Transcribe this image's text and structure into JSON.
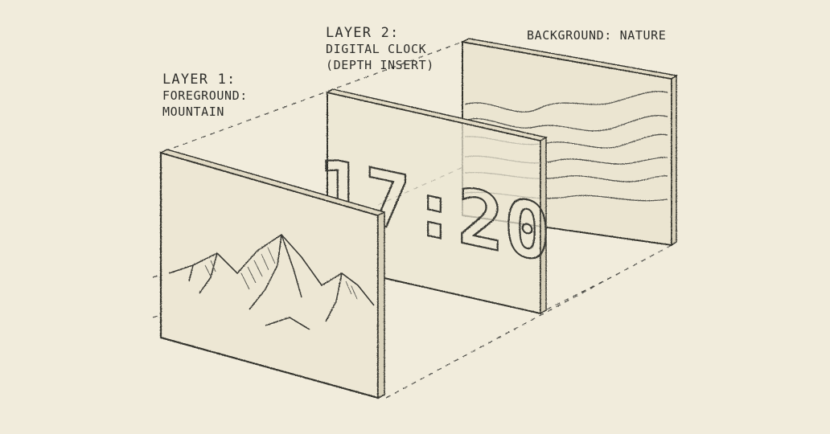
{
  "labels": {
    "layer1_title": "LAYER 1:",
    "layer1_line1": "FOREGROUND:",
    "layer1_line2": "MOUNTAIN",
    "layer2_title": "LAYER 2:",
    "layer2_line1": "DIGITAL CLOCK",
    "layer2_line2": "(DEPTH INSERT)",
    "background": "BACKGROUND: NATURE"
  },
  "clock": {
    "time": "17:20"
  },
  "colors": {
    "paper": "#f1ecdc",
    "ink": "#3a3a36",
    "panel_fill": "#ece6d3"
  }
}
